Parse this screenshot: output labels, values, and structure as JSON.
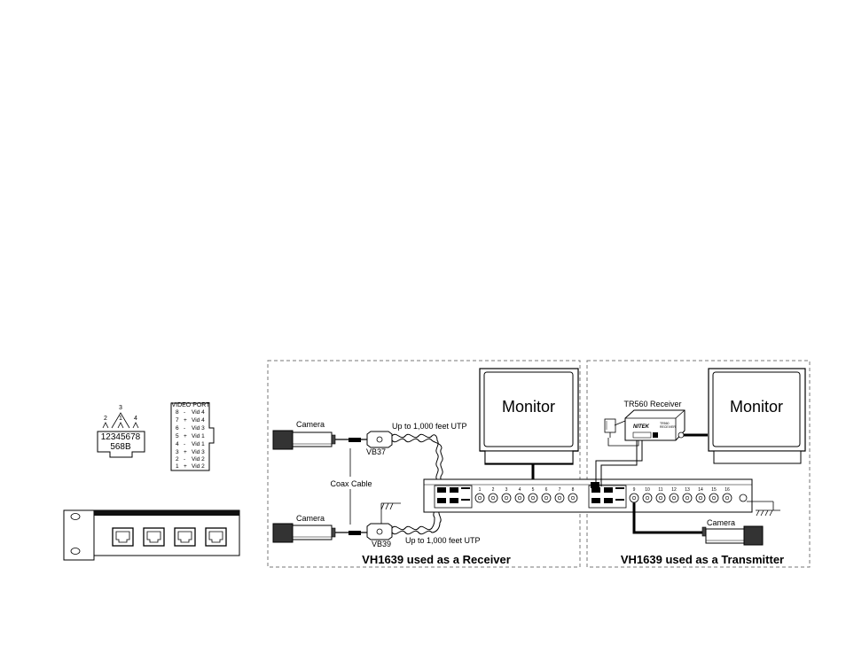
{
  "rj45": {
    "pair_labels": [
      "2",
      "3",
      "1",
      "4"
    ],
    "pin_numbers": "12345678",
    "standard": "568B"
  },
  "video_port": {
    "title": "VIDEO PORT",
    "rows": [
      {
        "pin": "8",
        "sign": "-",
        "name": "Vid 4"
      },
      {
        "pin": "7",
        "sign": "+",
        "name": "Vid 4"
      },
      {
        "pin": "6",
        "sign": "-",
        "name": "Vid 3"
      },
      {
        "pin": "5",
        "sign": "+",
        "name": "Vid 1"
      },
      {
        "pin": "4",
        "sign": "-",
        "name": "Vid 1"
      },
      {
        "pin": "3",
        "sign": "+",
        "name": "Vid 3"
      },
      {
        "pin": "2",
        "sign": "-",
        "name": "Vid 2"
      },
      {
        "pin": "1",
        "sign": "+",
        "name": "Vid 2"
      }
    ]
  },
  "receiver": {
    "camera_top": "Camera",
    "camera_bottom": "Camera",
    "balun_top": "VB37",
    "balun_bottom": "VB39",
    "utp_top": "Up to 1,000 feet UTP",
    "utp_bottom": "Up to 1,000 feet UTP",
    "coax": "Coax Cable",
    "monitor": "Monitor",
    "caption": "VH1639 used as a Receiver",
    "channels": [
      "1",
      "2",
      "3",
      "4",
      "5",
      "6",
      "7",
      "8"
    ]
  },
  "transmitter": {
    "tr_receiver": "TR560 Receiver",
    "brand": "NITEK",
    "tr_model": "TR560",
    "tr_sub": "RECEIVER",
    "monitor": "Monitor",
    "camera": "Camera",
    "caption": "VH1639 used as a Transmitter",
    "channels": [
      "9",
      "10",
      "11",
      "12",
      "13",
      "14",
      "15",
      "16"
    ]
  }
}
